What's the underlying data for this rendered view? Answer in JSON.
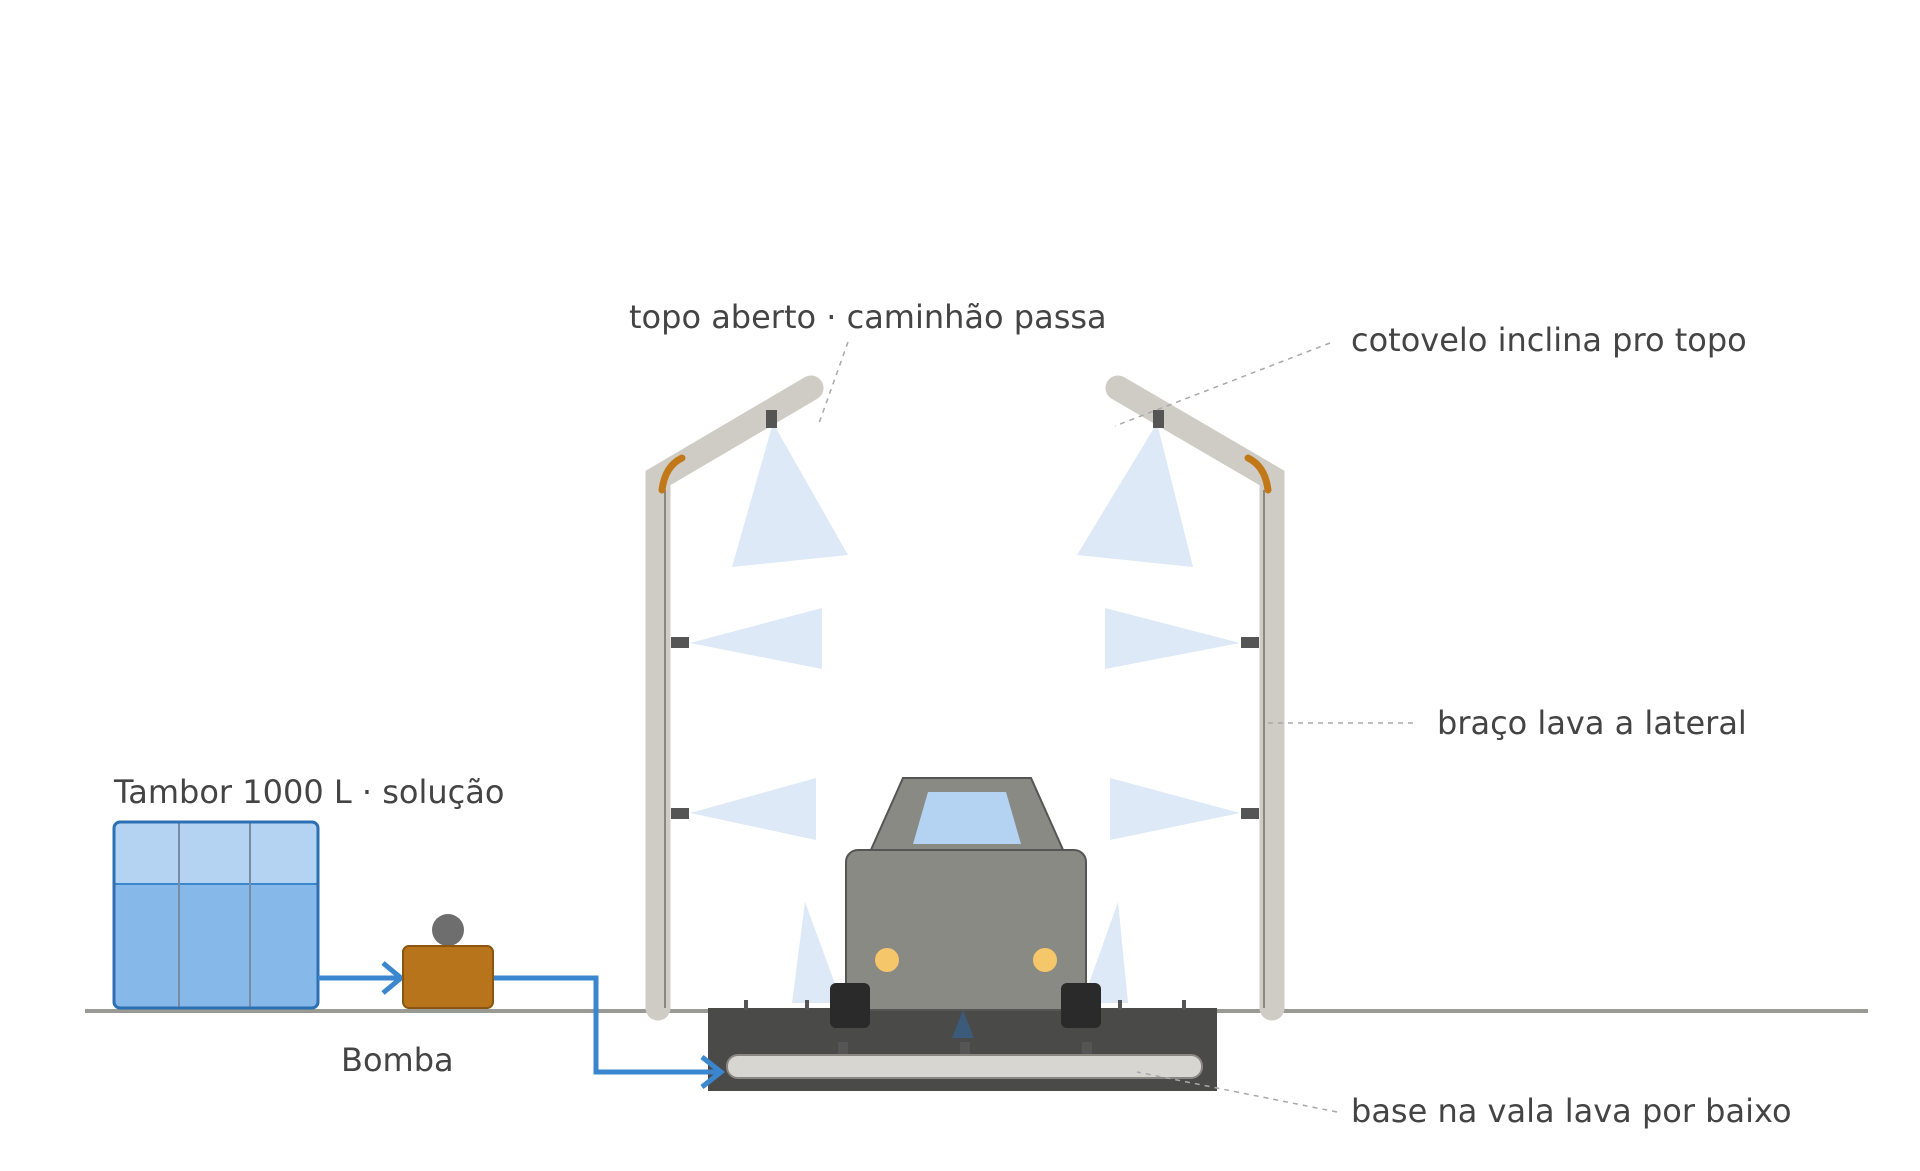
{
  "labels": {
    "top_open": "topo aberto · caminhão passa",
    "elbow": "cotovelo inclina pro topo",
    "arm_side": "braço lava a lateral",
    "tank": "Tambor 1000 L · solução",
    "pump": "Bomba",
    "base": "base na vala lava por baixo"
  },
  "colors": {
    "pipe_blue": "#3a87cf",
    "tank_fill": "#86b8ea",
    "tank_top": "#b4d3f3",
    "pump": "#b8741a",
    "arm": "#cfccc6",
    "elbow": "#c07818",
    "spray": "#dde9f6",
    "truck": "#8a8a84",
    "pit": "#4a4a48",
    "ground": "#9a9a94",
    "headlight": "#f6c66a"
  },
  "icons": [
    "water-tank-icon",
    "pump-icon",
    "truck-icon",
    "spray-nozzle-icon"
  ]
}
